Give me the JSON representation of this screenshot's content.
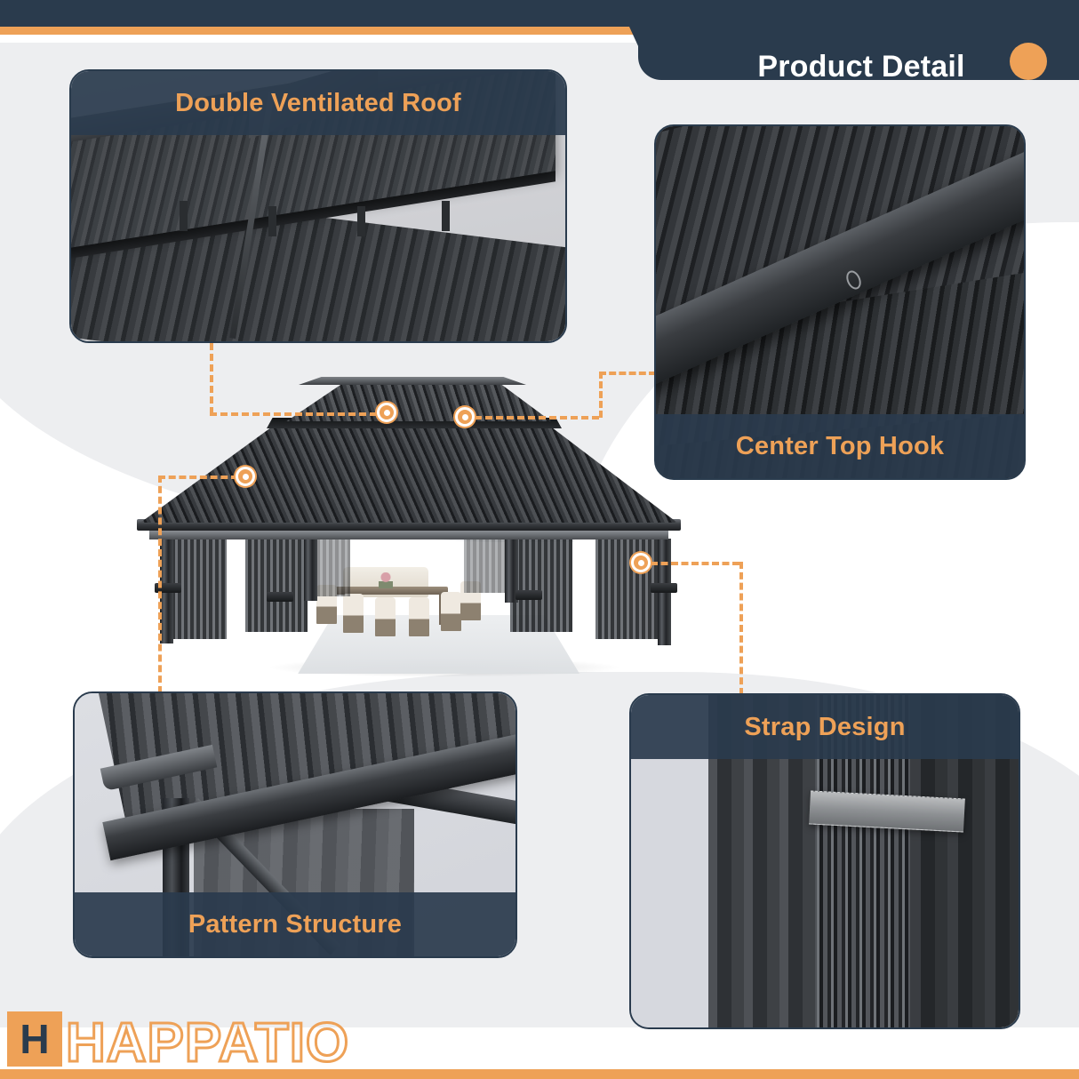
{
  "header": {
    "title": "Product Detail",
    "accent_dot": "circle-accent"
  },
  "theme": {
    "navy": "#2a3b4d",
    "orange": "#eea157",
    "light_gray": "#edeef0",
    "panel_gray": "#d8d9dd",
    "white": "#ffffff"
  },
  "panels": [
    {
      "id": "double-ventilated-roof",
      "label": "Double Ventilated Roof",
      "label_position": "top",
      "photo": "close-up of double-tier vented hardtop metal roof peak"
    },
    {
      "id": "center-top-hook",
      "label": "Center Top Hook",
      "label_position": "bottom",
      "photo": "underside of ribbed metal roof panels with center beam and hook bolt"
    },
    {
      "id": "pattern-structure",
      "label": "Pattern Structure",
      "label_position": "bottom",
      "photo": "corner eave fascia, post and gray privacy curtain"
    },
    {
      "id": "strap-design",
      "label": "Strap Design",
      "label_position": "top",
      "photo": "gray fabric strap wrapped around gazebo post with curtains"
    }
  ],
  "hero": {
    "name": "hardtop gazebo with netting and curtains",
    "description": "12x16 double roof aluminum hardtop gazebo with outdoor dining set"
  },
  "callouts": [
    {
      "id": "callout-vent",
      "target_panel": "double-ventilated-roof"
    },
    {
      "id": "callout-hook",
      "target_panel": "center-top-hook"
    },
    {
      "id": "callout-pattern",
      "target_panel": "pattern-structure"
    },
    {
      "id": "callout-strap",
      "target_panel": "strap-design"
    }
  ],
  "footer": {
    "logo_mark": "H",
    "brand": "HAPPATIO"
  }
}
